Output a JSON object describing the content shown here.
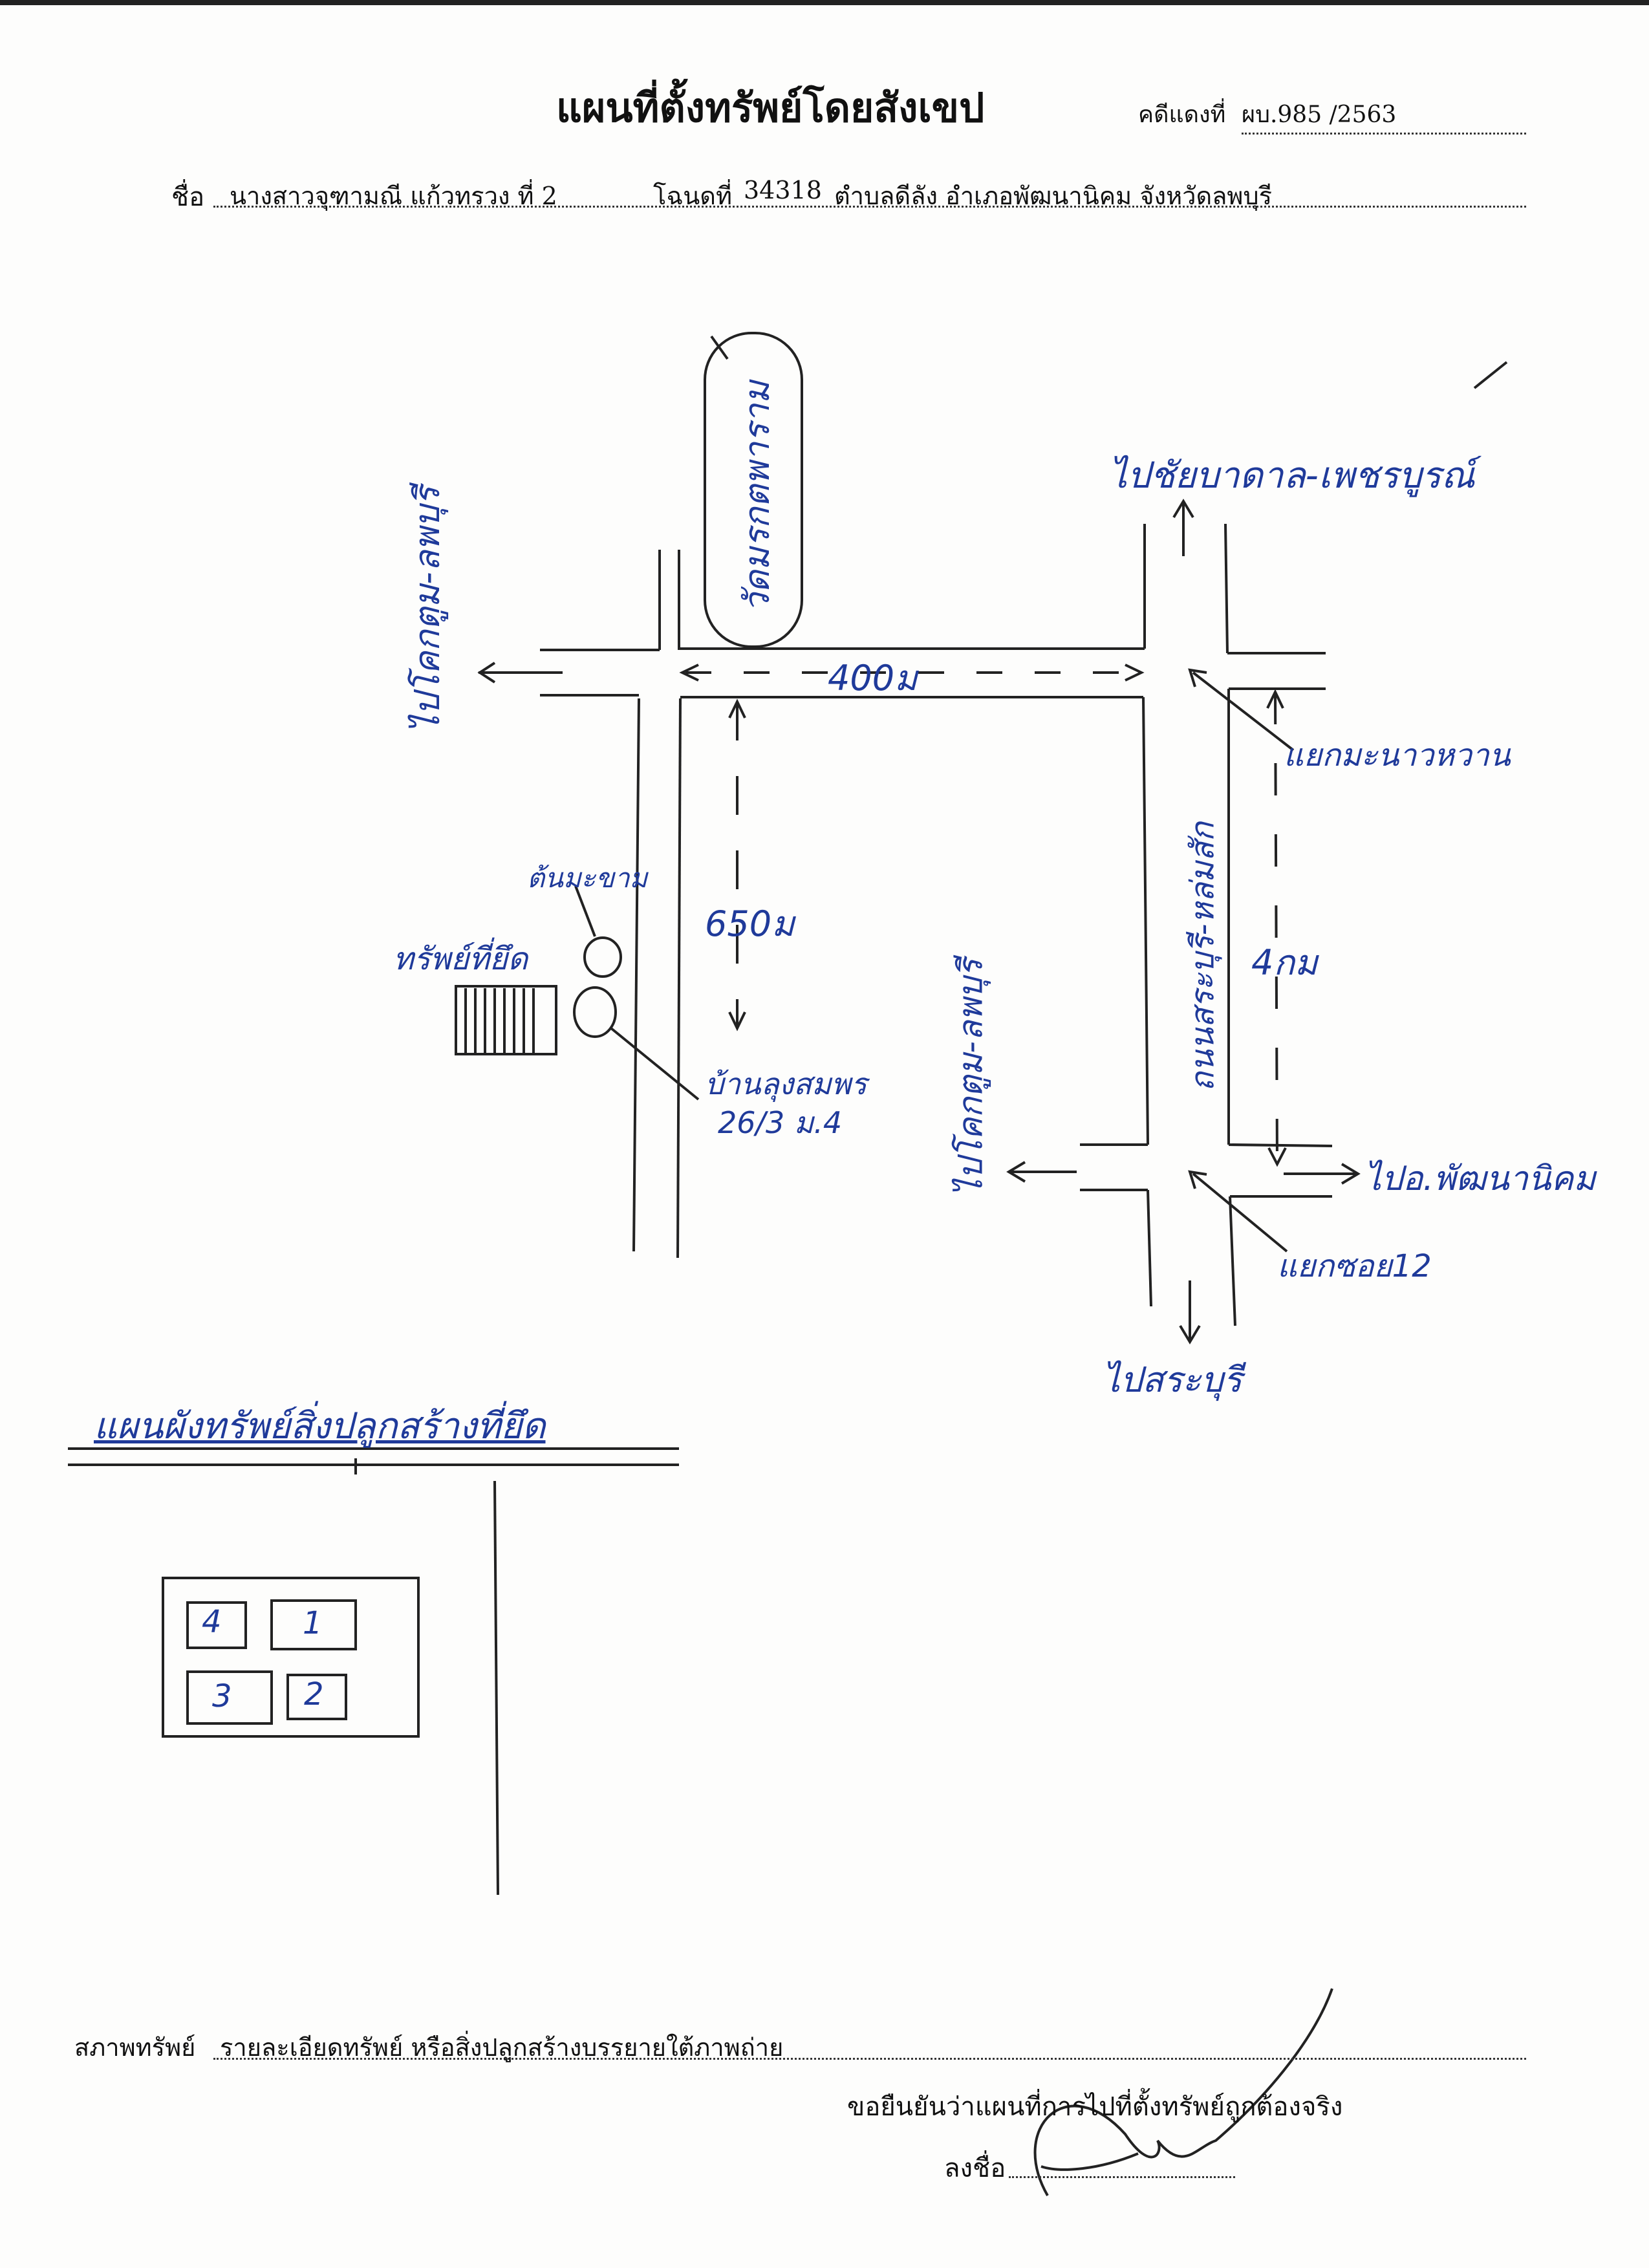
{
  "header": {
    "title": "แผนที่ตั้งทรัพย์โดยสังเขป",
    "case_label": "คดีแดงที่",
    "case_value": "ผบ.985 /2563"
  },
  "owner": {
    "name_label": "ชื่อ",
    "name_value": "นางสาวจุฑามณี แก้วทรวง ที่ 2",
    "deed_label": "โฉนดที่",
    "deed_value": "34318",
    "location": "ตำบลดีลัง อำเภอพัฒนานิคม จังหวัดลพบุรี"
  },
  "map": {
    "landmark_temple": "วัดมรกตพาราม",
    "to_top_right": "ไปชัยบาดาล-เพชรบูรณ์",
    "to_left_road1": "ไปโคกตูม-ลพบุรี",
    "to_left_road2": "ไปโคกตูม-ลพบุรี",
    "distance_top": "400ม",
    "distance_left": "650ม",
    "distance_right": "4กม",
    "junction_top": "แยกมะนาวหวาน",
    "main_road": "ถนนสระบุรี-หล่มสัก",
    "to_right": "ไปอ.พัฒนานิคม",
    "junction_bottom": "แยกซอย12",
    "to_bottom": "ไปสระบุรี",
    "property_label": "ทรัพย์ที่ยึด",
    "tree_label": "ต้นมะขาม",
    "house_label_line1": "บ้านลุงสมพร",
    "house_label_line2": "26/3 ม.4"
  },
  "plan": {
    "title": "แผนผังทรัพย์สิ่งปลูกสร้างที่ยึด",
    "rooms": [
      "4",
      "1",
      "3",
      "2"
    ]
  },
  "footer": {
    "condition_label": "สภาพทรัพย์",
    "condition_value": "รายละเอียดทรัพย์ หรือสิ่งปลูกสร้างบรรยายใต้ภาพถ่าย",
    "confirm_text": "ขอยืนยันว่าแผนที่การไปที่ตั้งทรัพย์ถูกต้องจริง",
    "sign_label": "ลงชื่อ"
  }
}
